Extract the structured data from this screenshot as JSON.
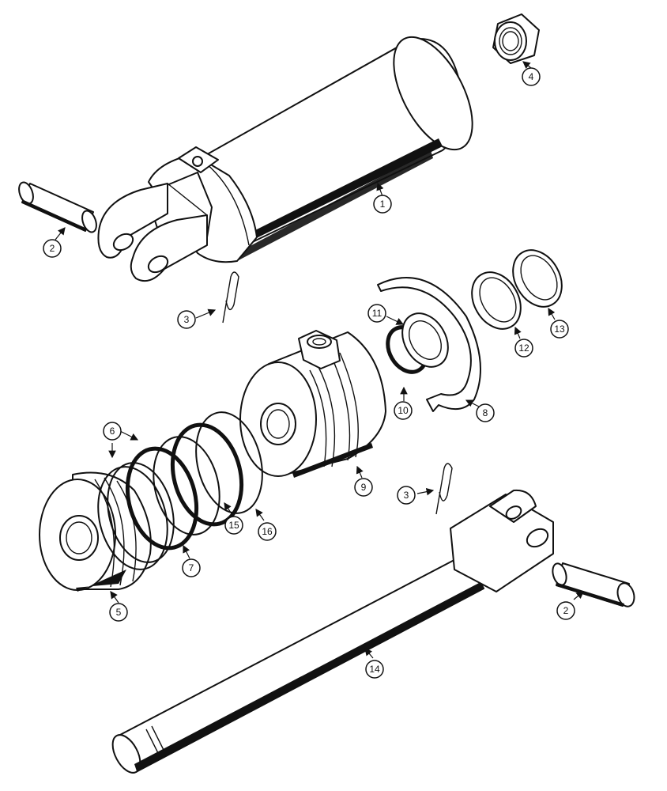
{
  "diagram": {
    "callouts": [
      {
        "id": "c1",
        "label": "1"
      },
      {
        "id": "c2a",
        "label": "2"
      },
      {
        "id": "c2b",
        "label": "2"
      },
      {
        "id": "c3a",
        "label": "3"
      },
      {
        "id": "c3b",
        "label": "3"
      },
      {
        "id": "c4",
        "label": "4"
      },
      {
        "id": "c5",
        "label": "5"
      },
      {
        "id": "c6",
        "label": "6"
      },
      {
        "id": "c7",
        "label": "7"
      },
      {
        "id": "c8",
        "label": "8"
      },
      {
        "id": "c9",
        "label": "9"
      },
      {
        "id": "c10",
        "label": "10"
      },
      {
        "id": "c11",
        "label": "11"
      },
      {
        "id": "c12",
        "label": "12"
      },
      {
        "id": "c13",
        "label": "13"
      },
      {
        "id": "c14",
        "label": "14"
      },
      {
        "id": "c15",
        "label": "15"
      },
      {
        "id": "c16",
        "label": "16"
      }
    ]
  }
}
